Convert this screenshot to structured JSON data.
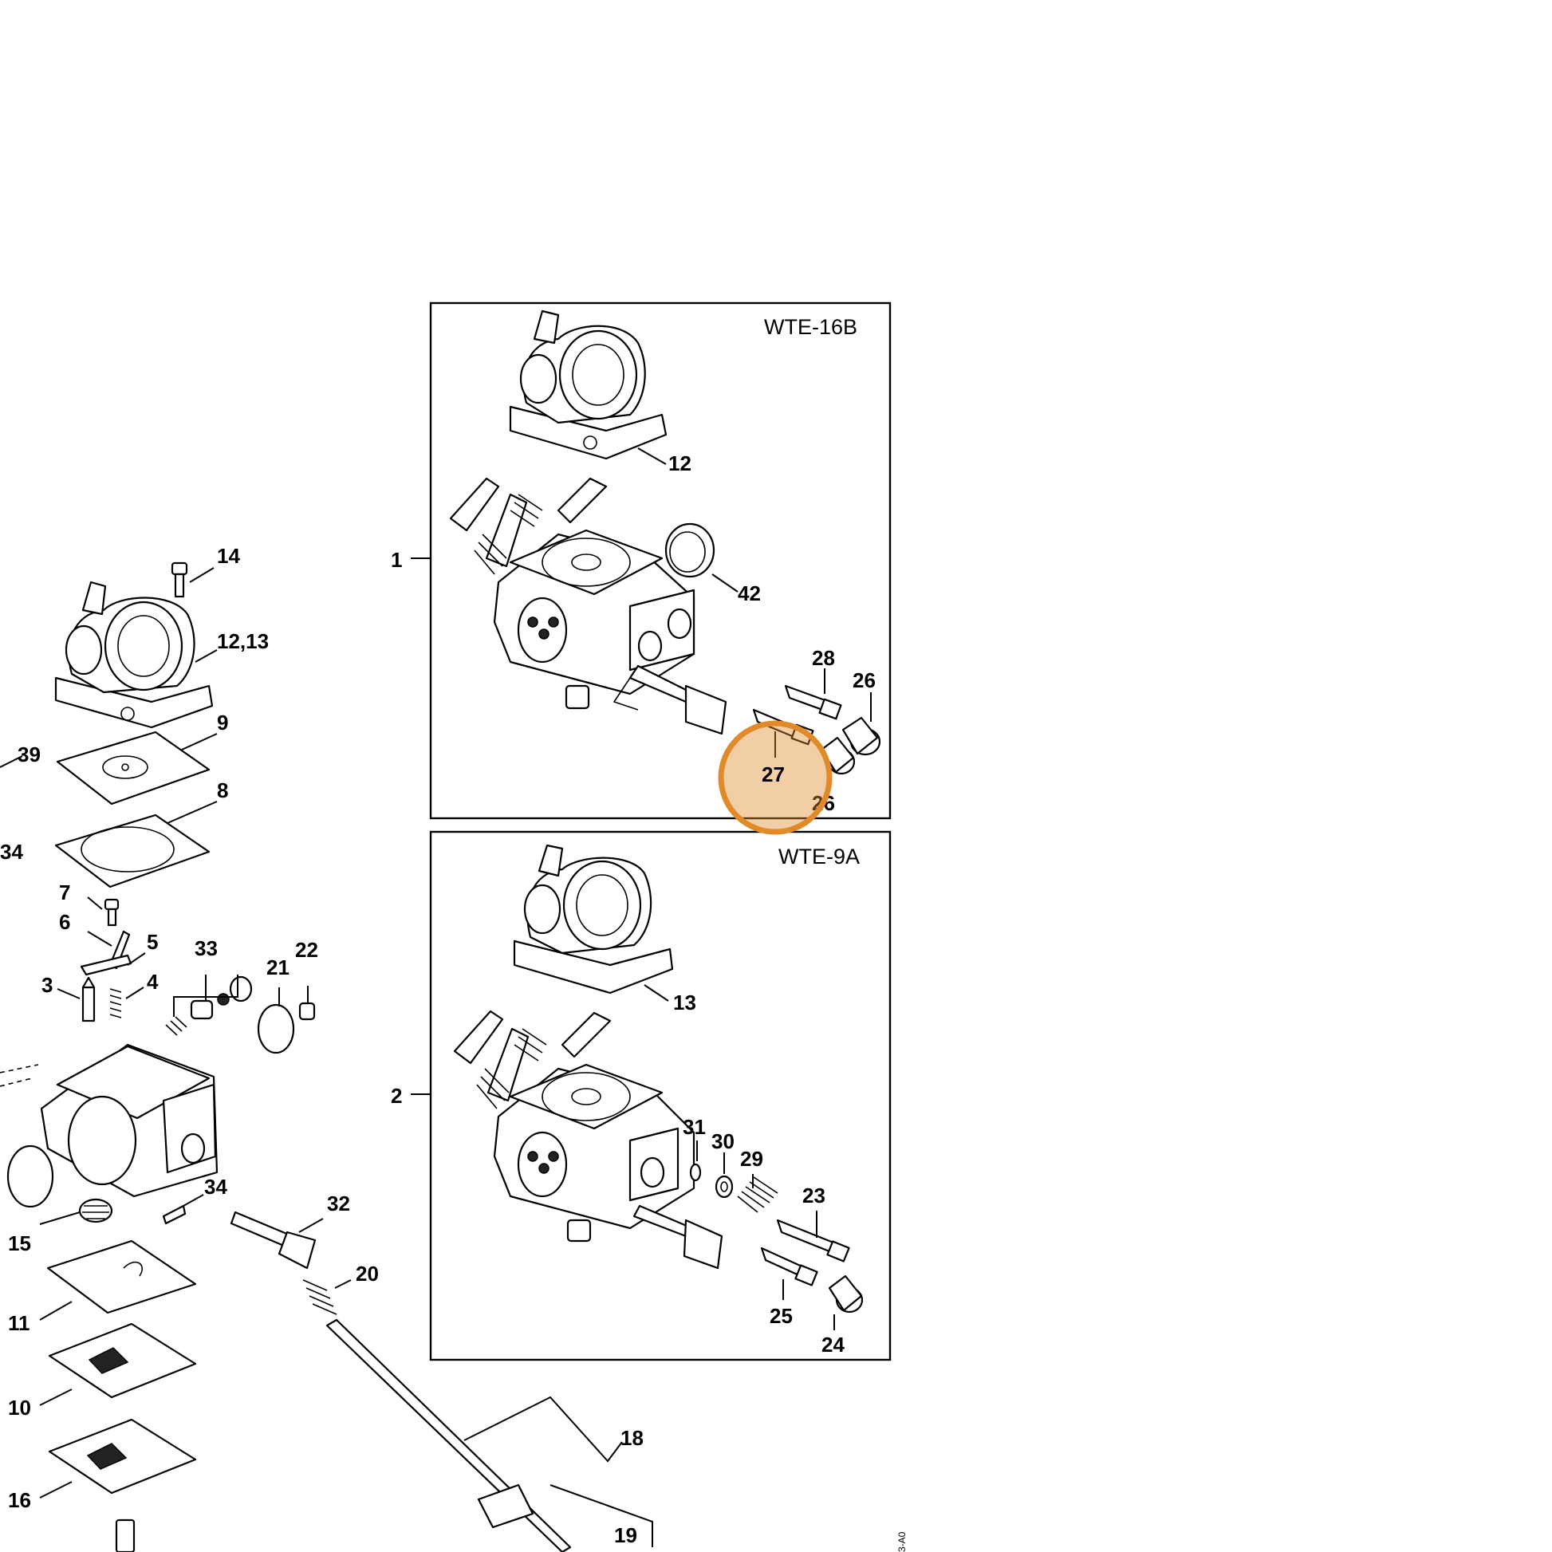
{
  "boxes": {
    "wte16b": "WTE-16B",
    "wte9a": "WTE-9A"
  },
  "callouts": {
    "c1": "1",
    "c2": "2",
    "c12_top": "12",
    "c42": "42",
    "c28": "28",
    "c26a": "26",
    "c27": "27",
    "c26b": "26",
    "c13_box": "13",
    "c31": "31",
    "c30": "30",
    "c29": "29",
    "c23": "23",
    "c25": "25",
    "c24": "24",
    "c14": "14",
    "c1213": "12,13",
    "c9": "9",
    "c8": "8",
    "c39": "39",
    "c34a": "34",
    "c7": "7",
    "c6": "6",
    "c5": "5",
    "c3": "3",
    "c4": "4",
    "c33": "33",
    "c21": "21",
    "c22": "22",
    "c34b": "34",
    "c32": "32",
    "c15": "15",
    "c20": "20",
    "c11": "11",
    "c10": "10",
    "c18": "18",
    "c16": "16",
    "c19": "19"
  },
  "drawing_code": "3-A0",
  "highlight": {
    "target": "27",
    "color": "#e08a2a"
  }
}
